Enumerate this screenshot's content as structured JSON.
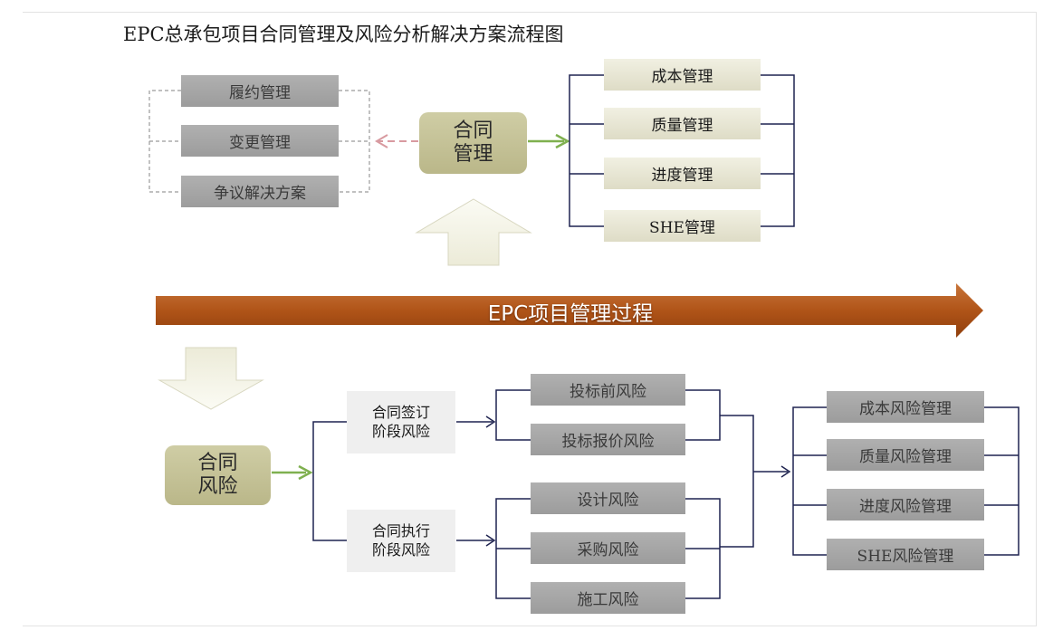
{
  "title": "EPC总承包项目合同管理及风险分析解决方案流程图",
  "colors": {
    "band": "#b35a1e",
    "green_arrow": "#7fb04f",
    "pink_arrow": "#d89aa0",
    "navy_arrow": "#1f2350"
  },
  "contract_management": {
    "label": "合同\n管理",
    "left_items": [
      "履约管理",
      "变更管理",
      "争议解决方案"
    ],
    "right_items": [
      "成本管理",
      "质量管理",
      "进度管理",
      "SHE管理"
    ]
  },
  "process_band": {
    "label": "EPC项目管理过程"
  },
  "contract_risk": {
    "label": "合同\n风险",
    "signing_stage": {
      "label": "合同签订\n阶段风险",
      "items": [
        "投标前风险",
        "投标报价风险"
      ]
    },
    "execution_stage": {
      "label": "合同执行\n阶段风险",
      "items": [
        "设计风险",
        "采购风险",
        "施工风险"
      ]
    },
    "management_items": [
      "成本风险管理",
      "质量风险管理",
      "进度风险管理",
      "SHE风险管理"
    ]
  }
}
